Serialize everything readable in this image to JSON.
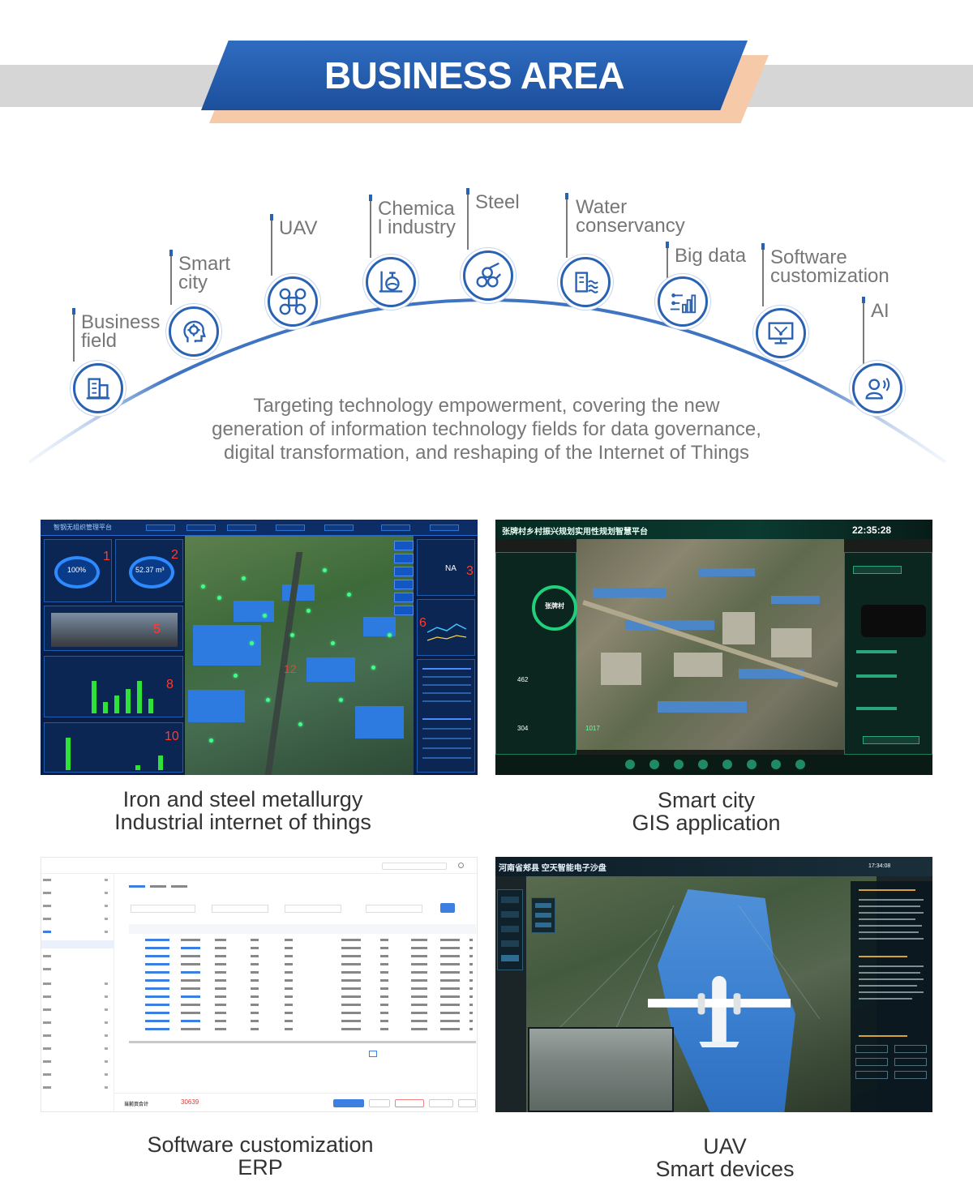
{
  "header": {
    "title": "BUSINESS AREA"
  },
  "arc": {
    "nodes": [
      {
        "key": "business",
        "label_lines": [
          "Business",
          "field"
        ],
        "icon": "building-icon"
      },
      {
        "key": "smartcity",
        "label_lines": [
          "Smart",
          "city"
        ],
        "icon": "head-gear-icon"
      },
      {
        "key": "uav",
        "label_lines": [
          "UAV"
        ],
        "icon": "drone-icon"
      },
      {
        "key": "chemical",
        "label_lines": [
          "Chemica",
          "l industry"
        ],
        "icon": "flask-icon"
      },
      {
        "key": "steel",
        "label_lines": [
          "Steel"
        ],
        "icon": "steel-pipes-icon"
      },
      {
        "key": "water",
        "label_lines": [
          "Water",
          "conservancy"
        ],
        "icon": "water-building-icon"
      },
      {
        "key": "bigdata",
        "label_lines": [
          "Big data"
        ],
        "icon": "data-chart-icon"
      },
      {
        "key": "software",
        "label_lines": [
          "Software",
          "customization"
        ],
        "icon": "monitor-icon"
      },
      {
        "key": "ai",
        "label_lines": [
          "AI"
        ],
        "icon": "ai-voice-icon"
      }
    ],
    "tagline_lines": [
      "Targeting technology empowerment, covering the new",
      "generation of information technology fields for data governance,",
      "digital transformation, and reshaping of the Internet of Things"
    ]
  },
  "tiles": {
    "steel": {
      "caption_lines": [
        "Iron and steel metallurgy",
        "Industrial internet of things"
      ],
      "screen_title": "智钢无组织管理平台",
      "gauge1": "100%",
      "gauge2": "52.37 m³",
      "readout": "NA",
      "markers": [
        "1",
        "2",
        "3",
        "5",
        "6",
        "8",
        "10",
        "12"
      ]
    },
    "city": {
      "caption_lines": [
        "Smart city",
        "GIS application"
      ],
      "screen_title": "张牌村乡村振兴规划实用性规划智慧平台",
      "clock": "22:35:28",
      "village": "张牌村",
      "stat1": "462",
      "stat2": "304",
      "stat3": "1017"
    },
    "erp": {
      "caption_lines": [
        "Software customization",
        "ERP"
      ],
      "total_label": "当前页合计",
      "total_value": "30639"
    },
    "uav": {
      "caption_lines": [
        "UAV",
        "Smart devices"
      ],
      "screen_title": "河南省郏县 空天智能电子沙盘",
      "clock": "17:34:08"
    }
  },
  "colors": {
    "brand_blue": "#2a62b3",
    "banner_dark": "#1c4f9c",
    "marker_red": "#ff3b30",
    "accent_green": "#2fe23a"
  }
}
